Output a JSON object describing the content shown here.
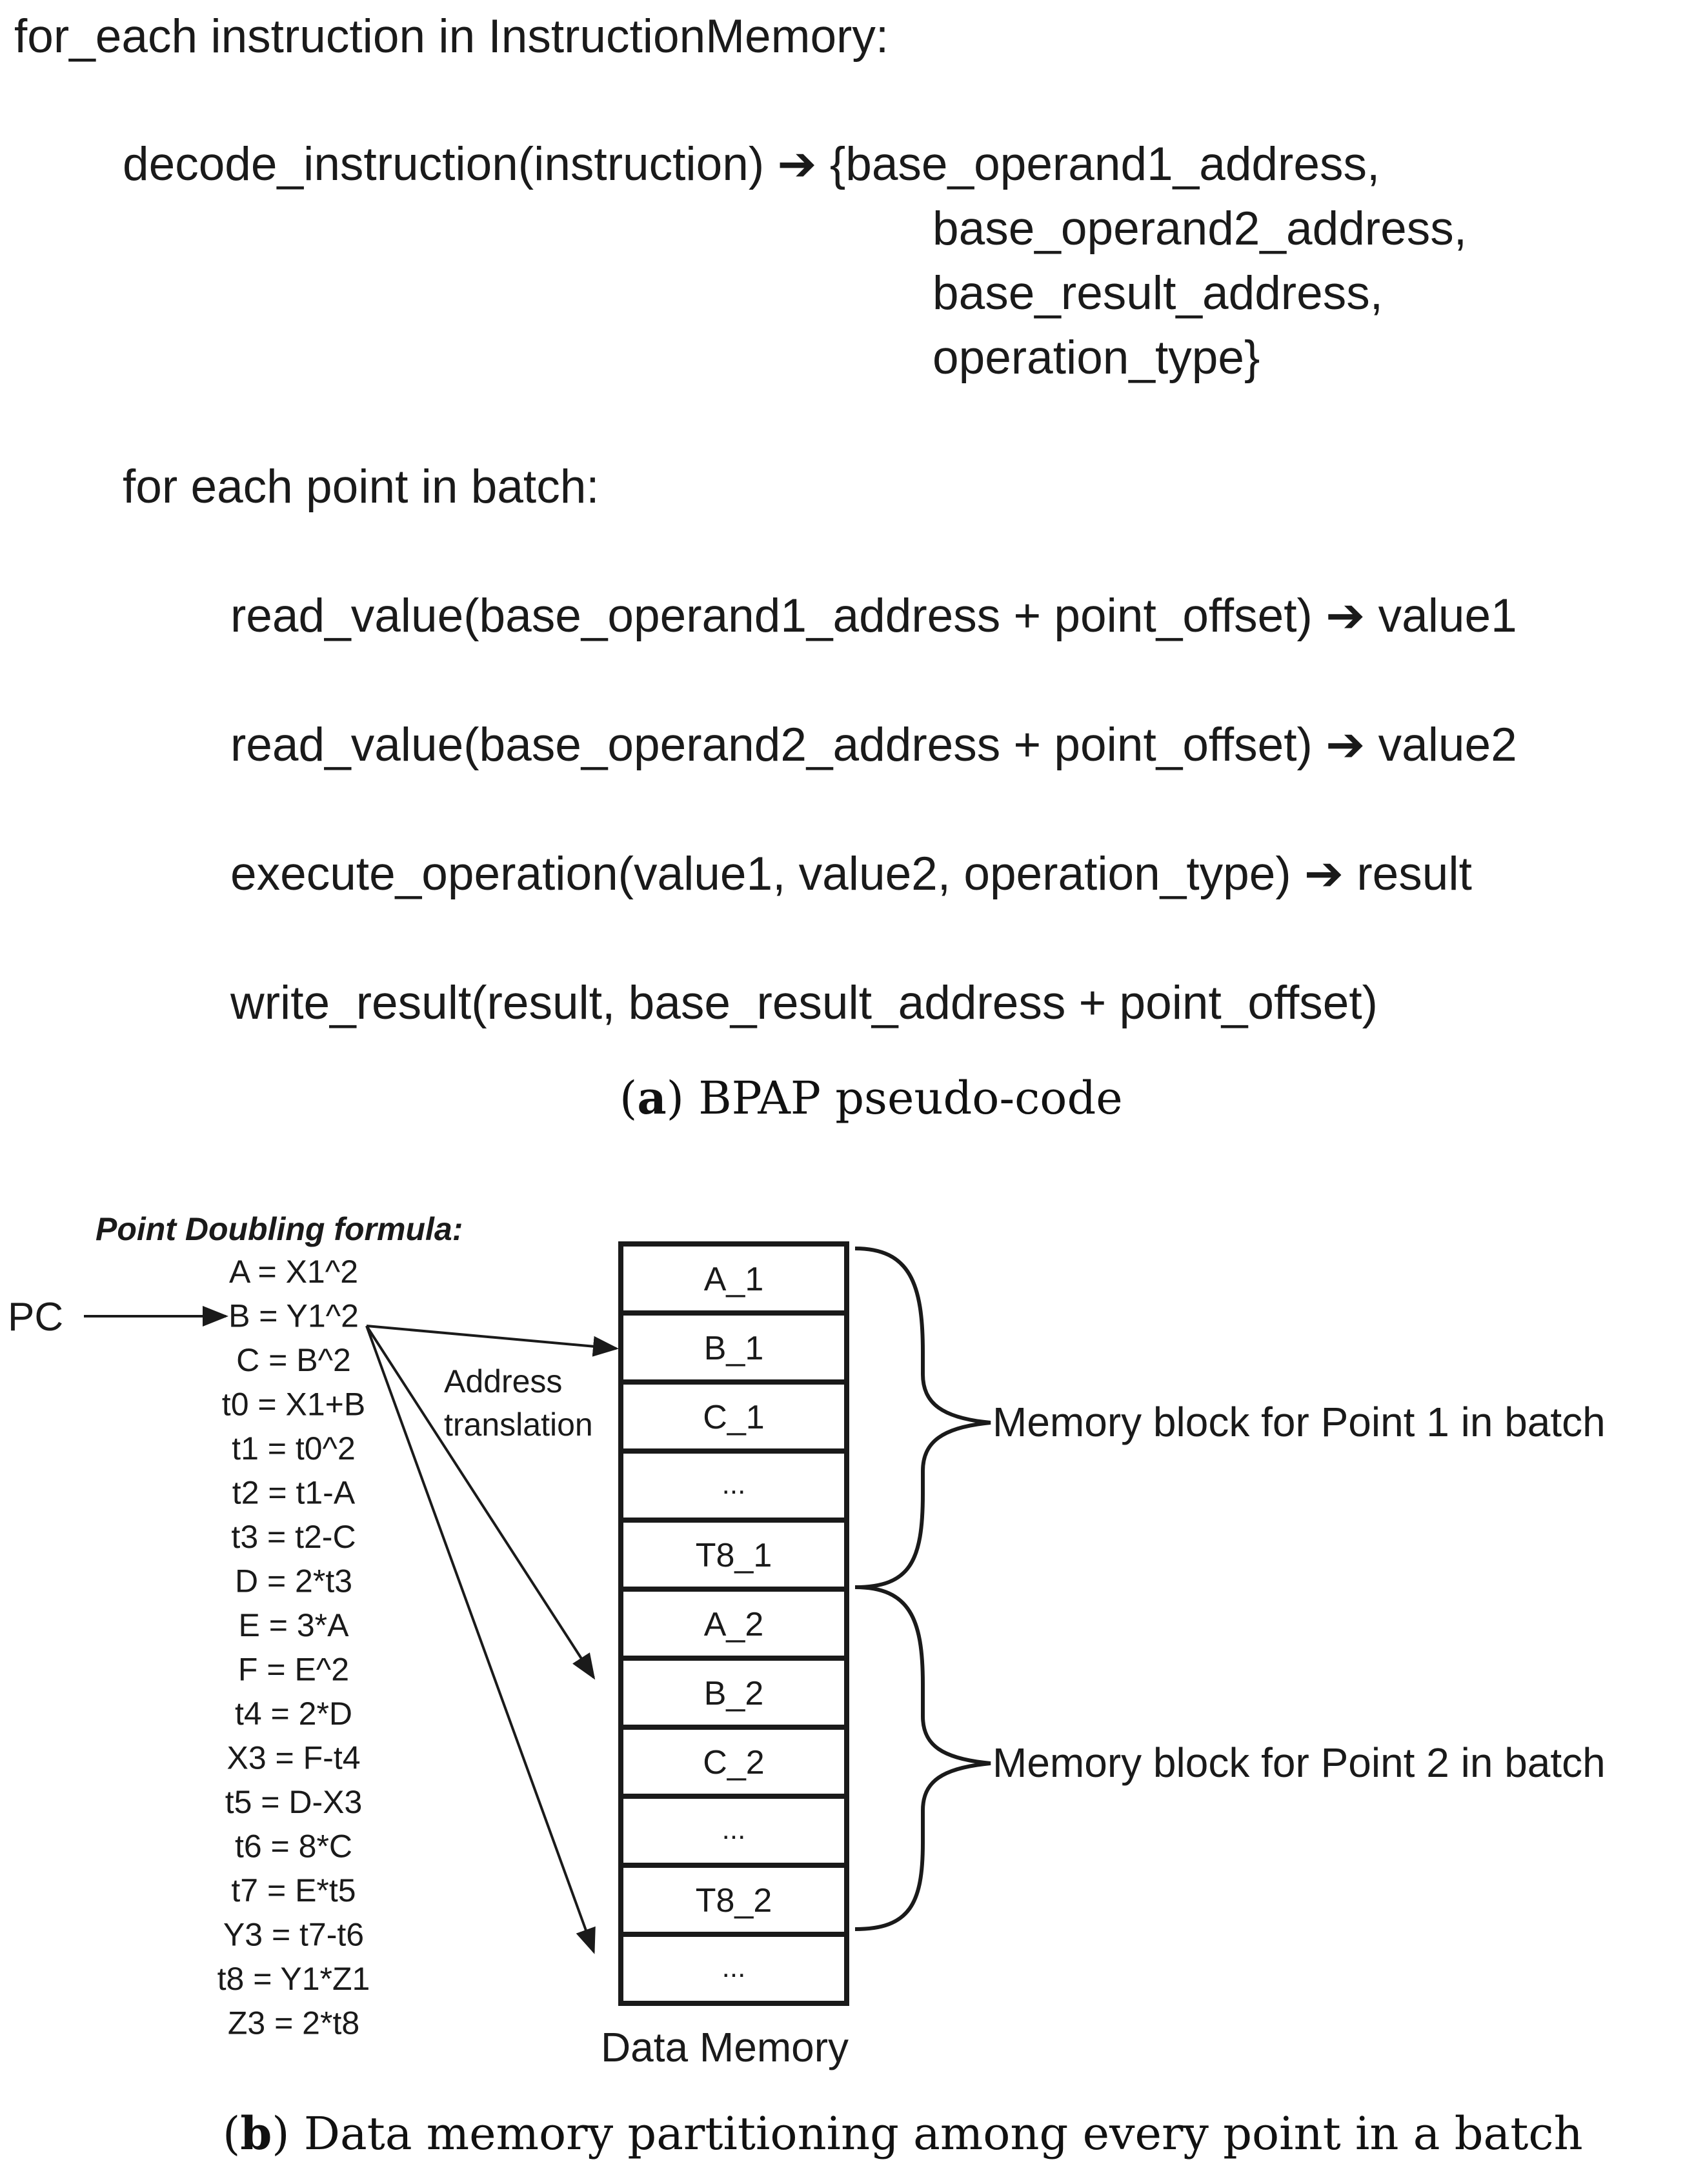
{
  "pseudocode": {
    "line1": "for_each instruction in InstructionMemory:",
    "decode_call": "decode_instruction(instruction) ➔ {base_operand1_address,",
    "decode_out2": "base_operand2_address,",
    "decode_out3": "base_result_address,",
    "decode_out4": "operation_type}",
    "inner_loop": "for each point in batch:",
    "step1": "read_value(base_operand1_address + point_offset) ➔ value1",
    "step2": "read_value(base_operand2_address + point_offset) ➔ value2",
    "step3": "execute_operation(value1, value2, operation_type) ➔ result",
    "step4": "write_result(result, base_result_address + point_offset)"
  },
  "caption_a": {
    "letter": "a",
    "text": " BPAP pseudo-code"
  },
  "diagram": {
    "formula_title": "Point Doubling formula:",
    "formulas": [
      "A = X1^2",
      "B = Y1^2",
      "C = B^2",
      "t0 = X1+B",
      "t1 = t0^2",
      "t2 = t1-A",
      "t3 = t2-C",
      "D = 2*t3",
      "E = 3*A",
      "F = E^2",
      "t4 = 2*D",
      "X3 = F-t4",
      "t5 = D-X3",
      "t6 = 8*C",
      "t7 = E*t5",
      "Y3 = t7-t6",
      "t8 = Y1*Z1",
      "Z3 = 2*t8"
    ],
    "pc_label": "PC",
    "translation_label_1": "Address",
    "translation_label_2": "translation",
    "memory_cells": [
      "A_1",
      "B_1",
      "C_1",
      "...",
      "T8_1",
      "A_2",
      "B_2",
      "C_2",
      "...",
      "T8_2",
      "..."
    ],
    "memory_label": "Data Memory",
    "block1_label": "Memory block for Point 1 in batch",
    "block2_label": "Memory block for Point 2 in batch"
  },
  "caption_b": {
    "letter": "b",
    "text": " Data memory partitioning among every point in a batch"
  }
}
